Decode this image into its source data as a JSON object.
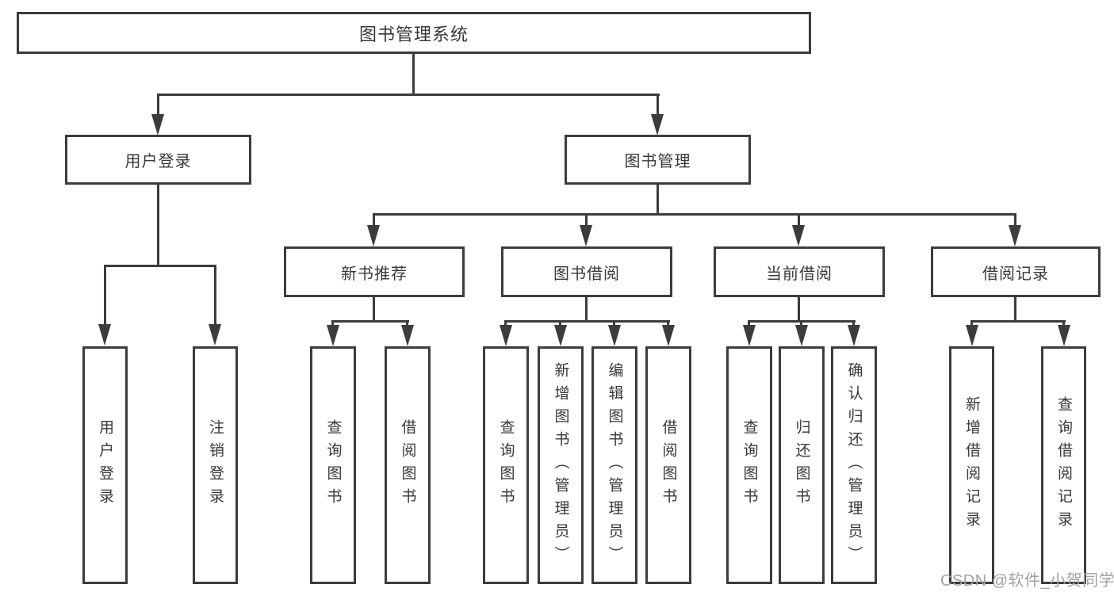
{
  "diagram": {
    "root": {
      "label": "图书管理系统"
    },
    "level2": [
      {
        "label": "用户登录"
      },
      {
        "label": "图书管理"
      }
    ],
    "level3": [
      {
        "label": "新书推荐"
      },
      {
        "label": "图书借阅"
      },
      {
        "label": "当前借阅"
      },
      {
        "label": "借阅记录"
      }
    ],
    "leaves": {
      "user_login": [
        {
          "label": "用户登录"
        },
        {
          "label": "注销登录"
        }
      ],
      "new_book_recommend": [
        {
          "label": "查询图书"
        },
        {
          "label": "借阅图书"
        }
      ],
      "book_borrowing": [
        {
          "label": "查询图书"
        },
        {
          "label": "新增图书（管理员）"
        },
        {
          "label": "编辑图书（管理员）"
        },
        {
          "label": "借阅图书"
        }
      ],
      "current_borrowing": [
        {
          "label": "查询图书"
        },
        {
          "label": "归还图书"
        },
        {
          "label": "确认归还（管理员）"
        }
      ],
      "borrowing_records": [
        {
          "label": "新增借阅记录"
        },
        {
          "label": "查询借阅记录"
        }
      ]
    }
  },
  "watermark": {
    "text": "CSDN @软件_小贺同学"
  },
  "colors": {
    "line": "#3c3c3c",
    "text": "#383838",
    "watermark": "#a2a2a2",
    "background": "#ffffff"
  }
}
